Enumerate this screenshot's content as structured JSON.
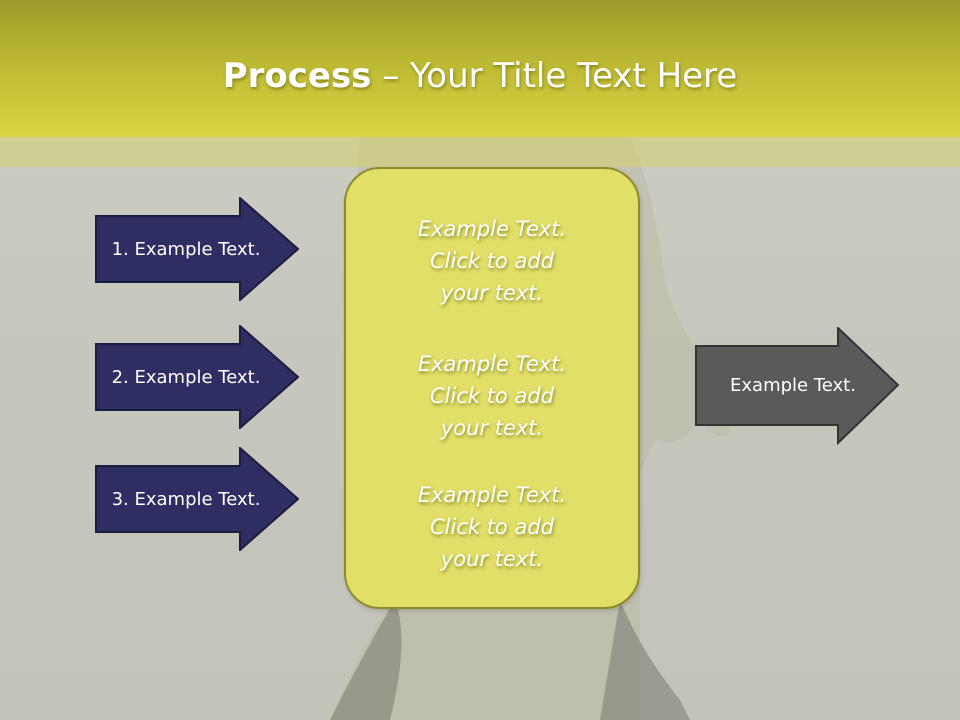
{
  "title": {
    "bold": "Process",
    "rest": " – Your Title Text Here"
  },
  "left_arrows": [
    {
      "label": "1. Example Text."
    },
    {
      "label": "2. Example Text."
    },
    {
      "label": "3. Example Text."
    }
  ],
  "center_box": {
    "blocks": [
      {
        "lines": [
          "Example Text.",
          "Click  to add",
          "your text."
        ]
      },
      {
        "lines": [
          "Example Text.",
          "Click  to add",
          "your text."
        ]
      },
      {
        "lines": [
          "Example Text.",
          "Click  to add",
          "your text."
        ]
      }
    ]
  },
  "right_arrow": {
    "label": "Example Text."
  },
  "colors": {
    "left_arrow_fill": "#2e2e63",
    "right_arrow_fill": "#5a5a5a",
    "center_box_fill": "#e1df68",
    "header_yellow": "#d9d543"
  }
}
